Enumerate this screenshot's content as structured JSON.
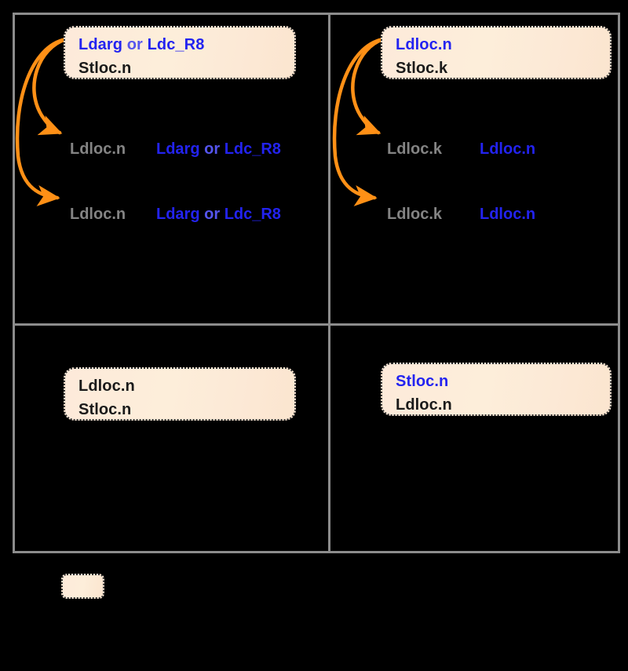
{
  "diagram": {
    "background_color": "#000000",
    "grid_border_color": "#8c8c8c",
    "arrow_color": "#ff9016",
    "box_fill_color": "#fdeada",
    "blue": "#2323f0",
    "or_blue": "#5555ee",
    "gray": "#848484",
    "black": "#1a1a1a"
  },
  "panels": {
    "top_left": {
      "box": {
        "line1_part1": "Ldarg",
        "line1_conj": " or ",
        "line1_part2": "Ldc_R8",
        "line2": "Stloc.n"
      },
      "rows": [
        {
          "lhs": "Ldloc.n",
          "rhs_part1": "Ldarg",
          "rhs_conj": " or ",
          "rhs_part2": "Ldc_R8"
        },
        {
          "lhs": "Ldloc.n",
          "rhs_part1": "Ldarg",
          "rhs_conj": " or ",
          "rhs_part2": "Ldc_R8"
        }
      ]
    },
    "top_right": {
      "box": {
        "line1": "Ldloc.n",
        "line2": "Stloc.k"
      },
      "rows": [
        {
          "lhs": "Ldloc.k",
          "rhs": "Ldloc.n"
        },
        {
          "lhs": "Ldloc.k",
          "rhs": "Ldloc.n"
        }
      ]
    },
    "bottom_left": {
      "box": {
        "line1": "Ldloc.n",
        "line2": "Stloc.n"
      }
    },
    "bottom_right": {
      "box": {
        "line1": "Stloc.n",
        "line2": "Ldloc.n"
      }
    }
  },
  "legend": {
    "swatch_label": ""
  }
}
